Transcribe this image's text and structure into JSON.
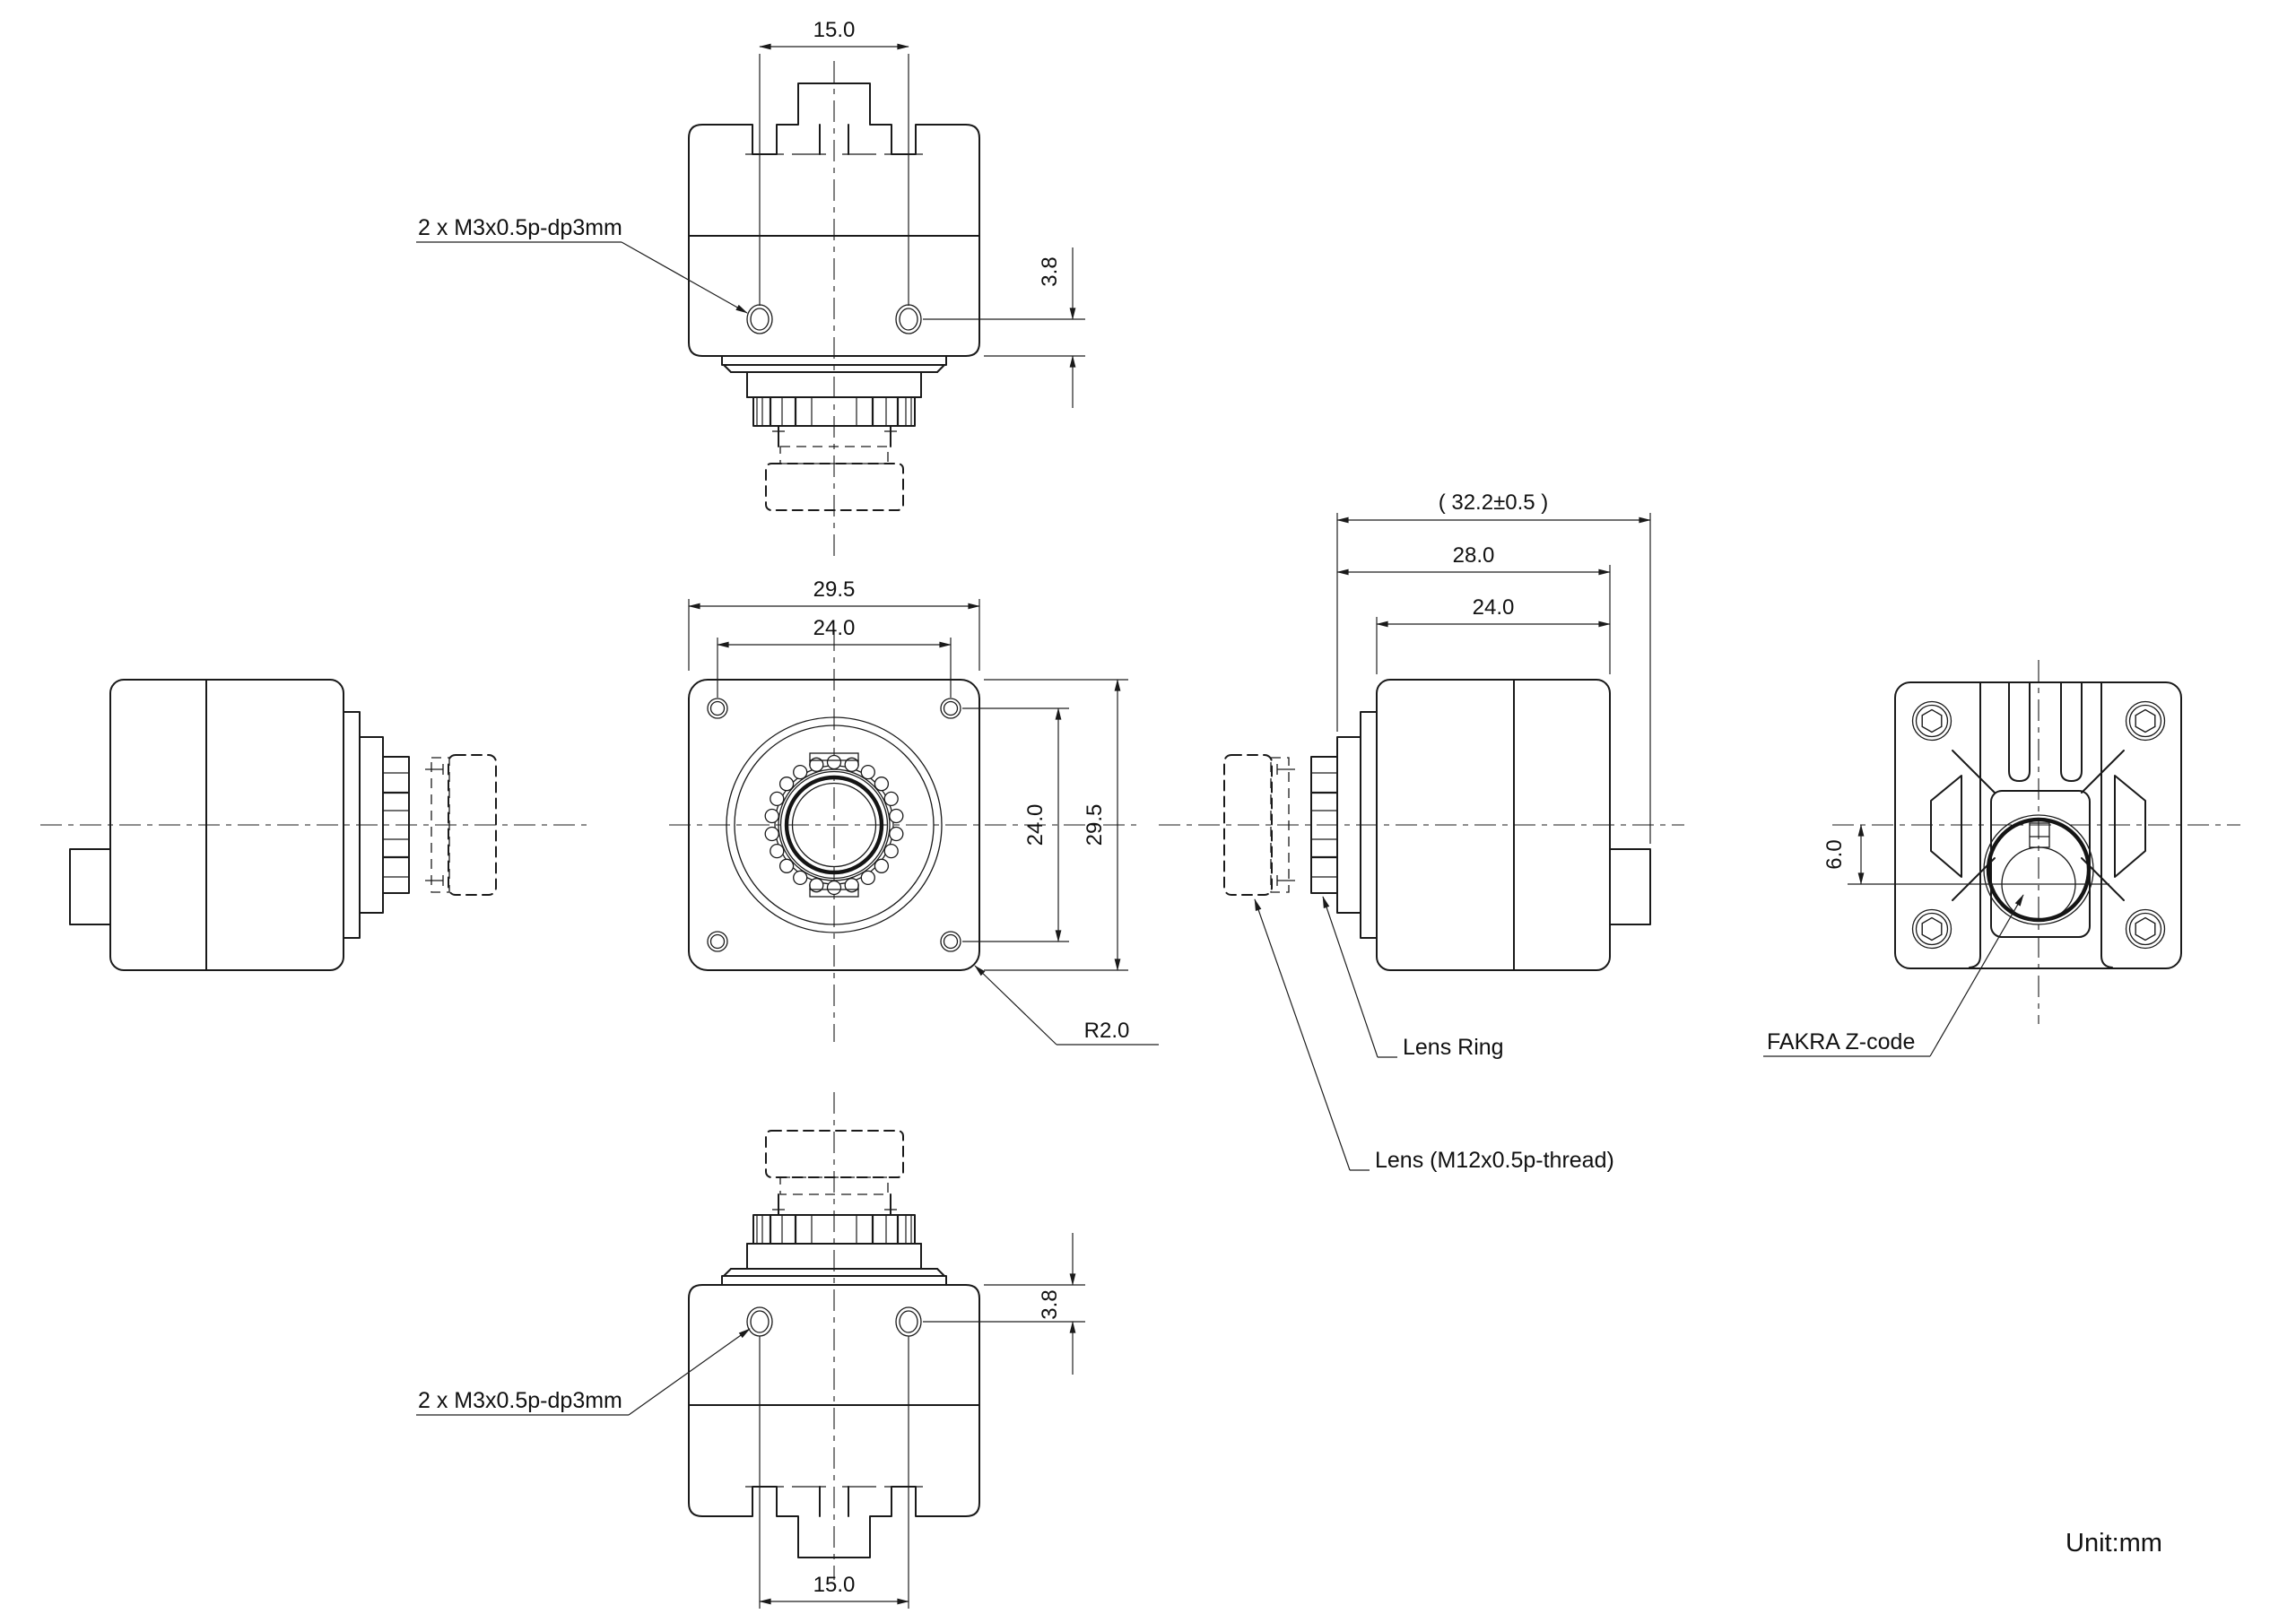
{
  "drawing": {
    "unit_label": "Unit:mm",
    "labels": {
      "thread_note_top": "2 x M3x0.5p-dp3mm",
      "thread_note_bottom": "2 x M3x0.5p-dp3mm",
      "lens_ring": "Lens Ring",
      "lens": "Lens (M12x0.5p-thread)",
      "fakra": "FAKRA Z-code",
      "corner_radius": "R2.0"
    },
    "dimensions": {
      "top_view": {
        "hole_spacing": "15.0",
        "hole_offset": "3.8"
      },
      "front_view": {
        "width_outer": "29.5",
        "width_holes": "24.0",
        "height_holes": "24.0",
        "height_outer": "29.5"
      },
      "side_view": {
        "overall_with_lens": "( 32.2±0.5 )",
        "body_with_step": "28.0",
        "body": "24.0"
      },
      "rear_view": {
        "connector_offset": "6.0"
      },
      "bottom_view": {
        "hole_spacing": "15.0",
        "hole_offset": "3.8"
      }
    },
    "colors": {
      "line": "#1a1a1a",
      "background": "#ffffff"
    }
  }
}
